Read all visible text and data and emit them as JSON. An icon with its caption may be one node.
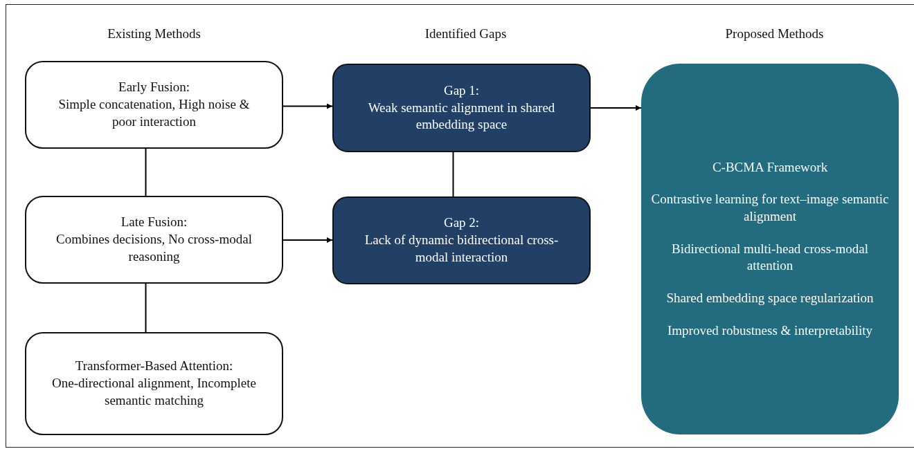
{
  "diagram": {
    "nodes": [
      {
        "text": [
          "Early Fusion:",
          "Simple concatenation, High noise & poor interaction"
        ]
      },
      {
        "text": [
          "Late Fusion:",
          "Combines decisions, No cross-modal reasoning"
        ]
      },
      {
        "text": [
          "Transformer-Based Attention:",
          "One-directional alignment, Incomplete semantic matching"
        ]
      },
      {
        "text": [
          "Gap 1:",
          "Weak semantic alignment in shared embedding space"
        ]
      },
      {
        "text": [
          "Gap 2:",
          "Lack of dynamic bidirectional cross-modal interaction"
        ]
      },
      {
        "text": [
          "C-BCMA Framework",
          "Contrastive learning for text–image semantic alignment",
          "Bidirectional multi-head cross-modal attention",
          "Shared embedding space regularization",
          "Improved robustness & interpretability"
        ]
      }
    ],
    "edges": [
      {
        "from": 0,
        "to": 3,
        "arrow": "to"
      },
      {
        "from": 1,
        "to": 4,
        "arrow": "to"
      },
      {
        "from": 3,
        "to": 5,
        "arrow": "to"
      },
      {
        "from": 0,
        "to": 1,
        "arrow": "none"
      },
      {
        "from": 1,
        "to": 2,
        "arrow": "none"
      },
      {
        "from": 3,
        "to": 4,
        "arrow": "none"
      }
    ],
    "labels": [
      "Existing Methods",
      "Identified Gaps",
      "Proposed Methods"
    ]
  }
}
